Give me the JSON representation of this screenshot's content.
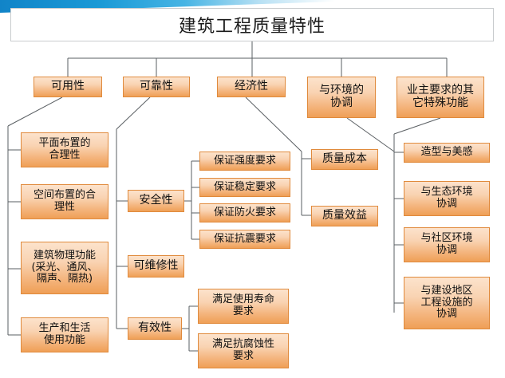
{
  "meta": {
    "kind": "tree-diagram",
    "accent_orange": "#ef9f56",
    "accent_orange_light": "#fce3cc",
    "border_orange": "#e08a3c",
    "connector_gray": "#5a5f63",
    "banner_blue": "#1184c8",
    "title_border": "#c9ccce",
    "background": "#ffffff"
  },
  "title": {
    "text": "建筑工程质量特性"
  },
  "level1": [
    {
      "id": "keyongxing",
      "label": "可用性"
    },
    {
      "id": "kekaoxing",
      "label": "可靠性"
    },
    {
      "id": "jingjixing",
      "label": "经济性"
    },
    {
      "id": "huanjing",
      "label": "与环境的\n协调",
      "line1": "与环境的",
      "line2": "协调"
    },
    {
      "id": "yezhu",
      "label": "业主要求的其\n它特殊功能",
      "line1": "业主要求的其",
      "line2": "它特殊功能"
    }
  ],
  "keyongxing_children": [
    {
      "id": "pingmian",
      "line1": "平面布置的",
      "line2": "合理性"
    },
    {
      "id": "kongjian",
      "line1": "空间布置的合",
      "line2": "理性"
    },
    {
      "id": "wuli",
      "line1": "建筑物理功能",
      "line2": "(采光、通风、",
      "line3": "隔声、隔热)"
    },
    {
      "id": "shengchan",
      "line1": "生产和生活",
      "line2": "使用功能"
    }
  ],
  "kekaoxing_children": [
    {
      "id": "anquanxing",
      "label": "安全性"
    },
    {
      "id": "keweixiuxing",
      "label": "可维修性"
    },
    {
      "id": "youxiaoxing",
      "label": "有效性"
    }
  ],
  "anquanxing_children": [
    {
      "id": "qiangdu",
      "label": "保证强度要求"
    },
    {
      "id": "wending",
      "label": "保证稳定要求"
    },
    {
      "id": "fanghuo",
      "label": "保证防火要求"
    },
    {
      "id": "kangzhen",
      "label": "保证抗震要求"
    }
  ],
  "youxiaoxing_children": [
    {
      "id": "shouming",
      "line1": "满足使用寿命",
      "line2": "要求"
    },
    {
      "id": "kangfu",
      "line1": "满足抗腐蚀性",
      "line2": "要求"
    }
  ],
  "jingjixing_children": [
    {
      "id": "chengben",
      "label": "质量成本"
    },
    {
      "id": "xiaoyi",
      "label": "质量效益"
    }
  ],
  "yezhu_children": [
    {
      "id": "zaoxing",
      "line1": "造型与美感"
    },
    {
      "id": "shengtai",
      "line1": "与生态环境",
      "line2": "协调"
    },
    {
      "id": "shequ",
      "line1": "与社区环境",
      "line2": "协调"
    },
    {
      "id": "jianshe",
      "line1": "与建设地区",
      "line2": "工程设施的",
      "line3": "协调"
    }
  ]
}
